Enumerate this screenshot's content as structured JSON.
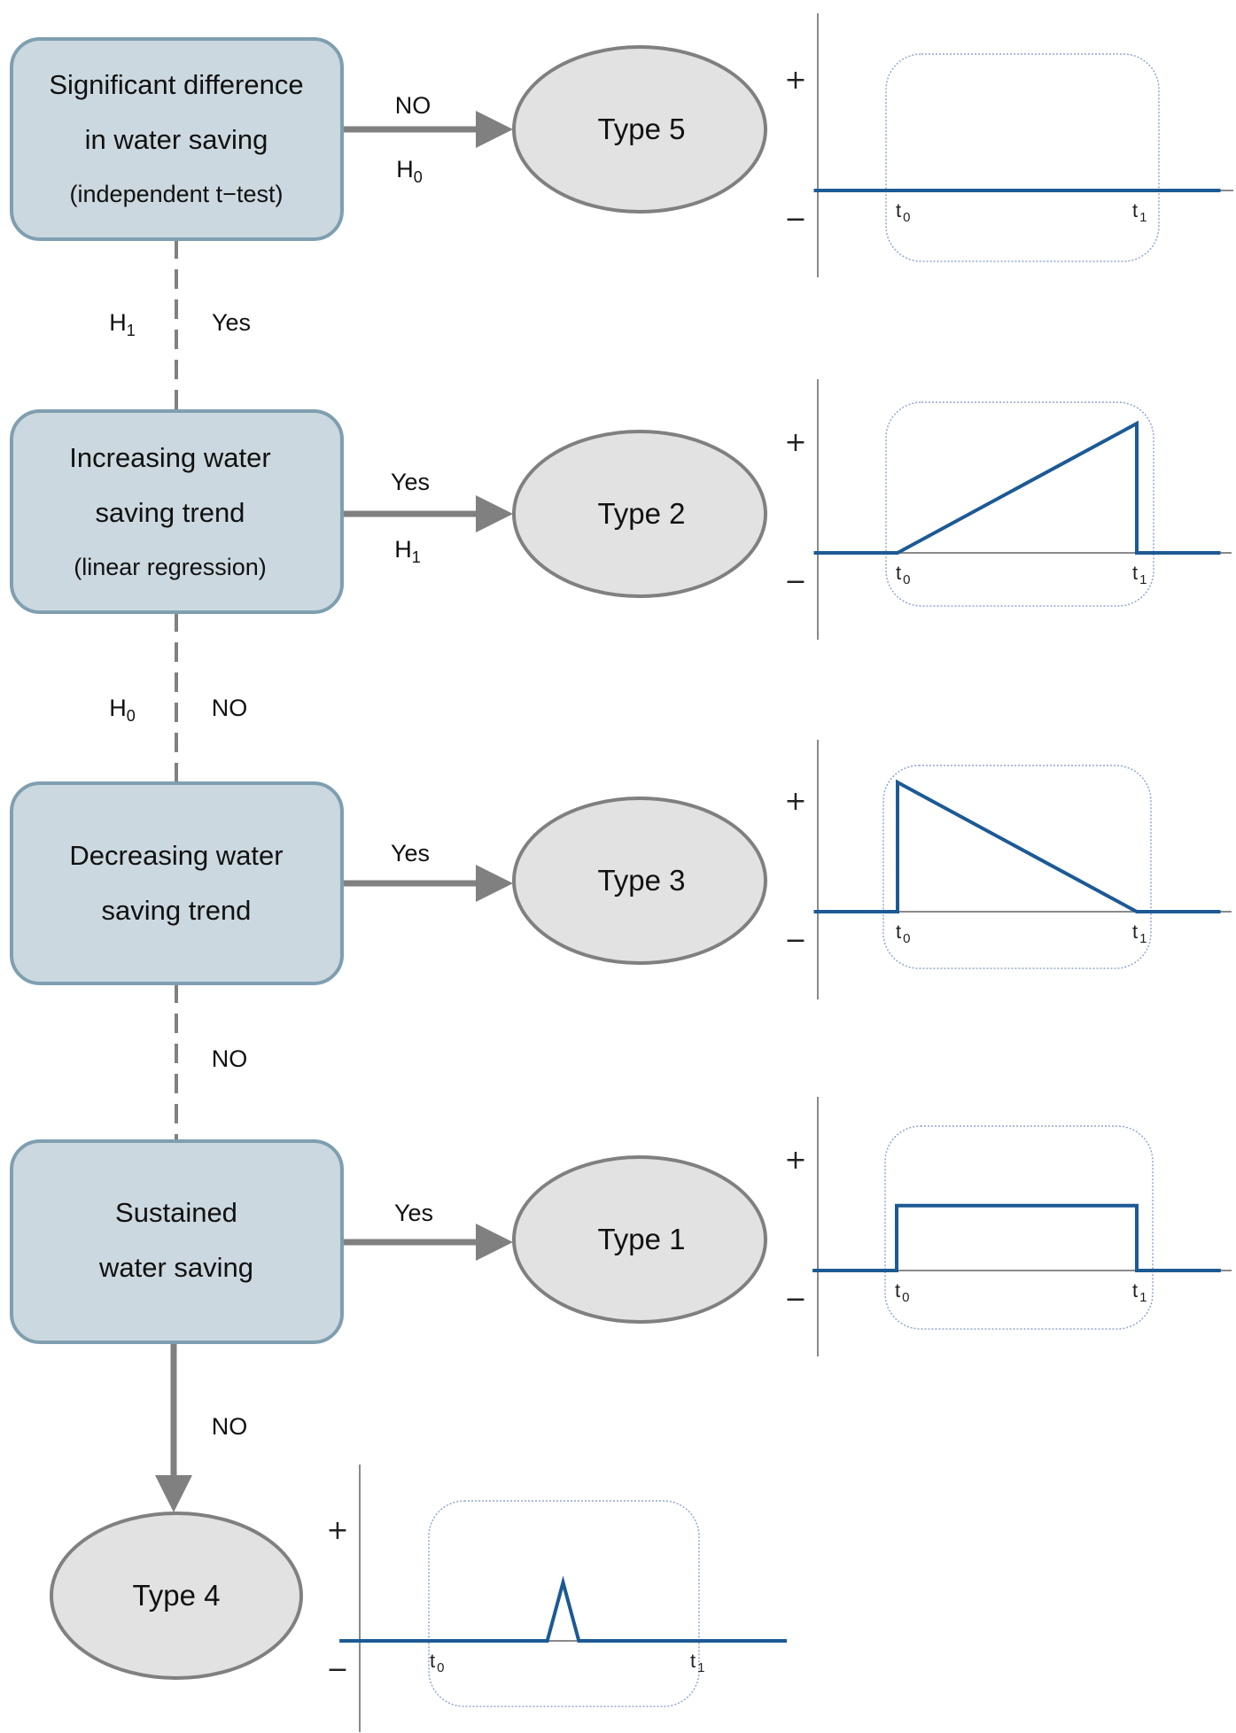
{
  "colors": {
    "decision_fill": "#cbd8df",
    "decision_border": "#7f9fb0",
    "type_fill": "#e2e2e2",
    "type_border": "#808080",
    "arrow": "#808080",
    "signal": "#1c5a94",
    "axis": "#8a8a8a",
    "window_border": "#8fa7cf"
  },
  "decisions": [
    {
      "id": "significant-difference",
      "lines": [
        "Significant difference",
        "in water saving"
      ],
      "method": "(independent t−test)"
    },
    {
      "id": "increasing-trend",
      "lines": [
        "Increasing water",
        "saving trend"
      ],
      "method": "(linear regression)"
    },
    {
      "id": "decreasing-trend",
      "lines": [
        "Decreasing water",
        "saving trend"
      ],
      "method": ""
    },
    {
      "id": "sustained-saving",
      "lines": [
        "Sustained",
        "water saving"
      ],
      "method": ""
    }
  ],
  "types": [
    {
      "id": "type5",
      "label": "Type 5"
    },
    {
      "id": "type2",
      "label": "Type 2"
    },
    {
      "id": "type3",
      "label": "Type 3"
    },
    {
      "id": "type1",
      "label": "Type 1"
    },
    {
      "id": "type4",
      "label": "Type 4"
    }
  ],
  "edges": {
    "d1_to_type5": {
      "answer": "NO",
      "hypothesis": "H",
      "hypothesis_sub": "0"
    },
    "d1_to_d2": {
      "answer": "Yes",
      "hypothesis": "H",
      "hypothesis_sub": "1"
    },
    "d2_to_type2": {
      "answer": "Yes",
      "hypothesis": "H",
      "hypothesis_sub": "1"
    },
    "d2_to_d3": {
      "answer": "NO",
      "hypothesis": "H",
      "hypothesis_sub": "0"
    },
    "d3_to_type3": {
      "answer": "Yes"
    },
    "d3_to_d4": {
      "answer": "NO"
    },
    "d4_to_type1": {
      "answer": "Yes"
    },
    "d4_to_type4": {
      "answer": "NO"
    }
  },
  "axis_labels": {
    "plus": "+",
    "minus": "−",
    "t0": "t",
    "t0_sub": "0",
    "t1": "t",
    "t1_sub": "1"
  },
  "chart_data": [
    {
      "type": "line",
      "title": "Type 5",
      "description": "no change",
      "x": [
        -0.35,
        0,
        1,
        1.35
      ],
      "y": [
        0,
        0,
        0,
        0
      ],
      "xticks": [
        "t0",
        "t1"
      ],
      "ylabels": [
        "+",
        "−"
      ]
    },
    {
      "type": "line",
      "title": "Type 2",
      "description": "linear increase then drop",
      "x": [
        -0.35,
        0,
        1,
        1,
        1.35
      ],
      "y": [
        0,
        0,
        1,
        0,
        0
      ],
      "xticks": [
        "t0",
        "t1"
      ],
      "ylabels": [
        "+",
        "−"
      ]
    },
    {
      "type": "line",
      "title": "Type 3",
      "description": "jump then linear decrease",
      "x": [
        -0.35,
        0,
        0,
        1,
        1.35
      ],
      "y": [
        0,
        0,
        1,
        0,
        0
      ],
      "xticks": [
        "t0",
        "t1"
      ],
      "ylabels": [
        "+",
        "−"
      ]
    },
    {
      "type": "line",
      "title": "Type 1",
      "description": "sustained step",
      "x": [
        -0.35,
        0,
        0,
        1,
        1,
        1.35
      ],
      "y": [
        0,
        0,
        0.6,
        0.6,
        0,
        0
      ],
      "xticks": [
        "t0",
        "t1"
      ],
      "ylabels": [
        "+",
        "−"
      ]
    },
    {
      "type": "line",
      "title": "Type 4",
      "description": "short spike",
      "x": [
        -0.35,
        0,
        0.44,
        0.5,
        0.56,
        1,
        1.35
      ],
      "y": [
        0,
        0,
        0,
        0.6,
        0,
        0,
        0
      ],
      "xticks": [
        "t0",
        "t1"
      ],
      "ylabels": [
        "+",
        "−"
      ]
    }
  ]
}
